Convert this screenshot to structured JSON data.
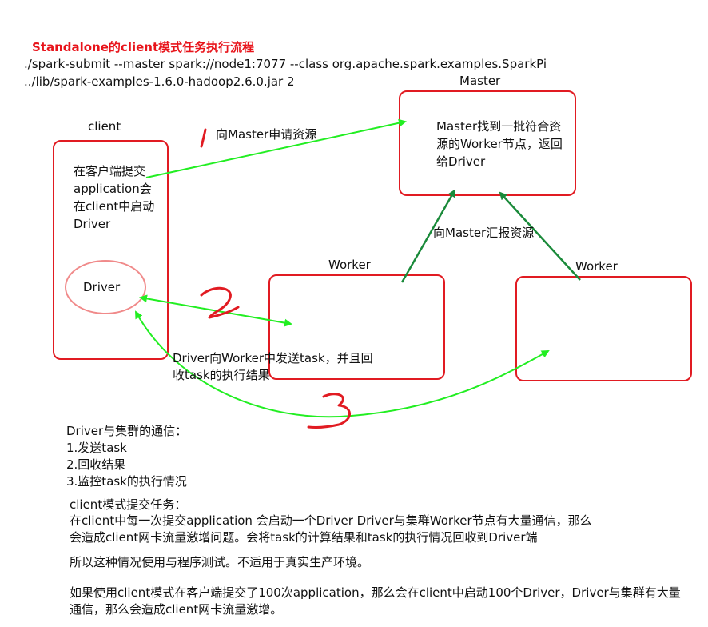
{
  "title": "Standalone的client模式任务执行流程",
  "command": {
    "line1": "./spark-submit --master spark://node1:7077 --class org.apache.spark.examples.SparkPi",
    "line2": "../lib/spark-examples-1.6.0-hadoop2.6.0.jar 2"
  },
  "nodes": {
    "client": {
      "label": "client",
      "text": "在客户端提交application会在client中启动Driver"
    },
    "driver": {
      "label": "Driver"
    },
    "master": {
      "label": "Master",
      "text": "Master找到一批符合资源的Worker节点，返回给Driver"
    },
    "worker1": {
      "label": "Worker"
    },
    "worker2": {
      "label": "Worker"
    }
  },
  "edges": {
    "request": {
      "label": "向Master申请资源",
      "step": "1"
    },
    "report": {
      "label": "向Master汇报资源"
    },
    "send_task": {
      "label_line1": "Driver向Worker中发送task，并且回",
      "label_line2": "收task的执行结果",
      "step": "2"
    },
    "step3": {
      "step": "3"
    }
  },
  "notes": {
    "comm_title": "Driver与集群的通信：",
    "comm_items": [
      "1.发送task",
      "2.回收结果",
      "3.监控task的执行情况"
    ],
    "submit_title": "client模式提交任务：",
    "submit_line1": "在client中每一次提交application 会启动一个Driver Driver与集群Worker节点有大量通信，那么",
    "submit_line2": "会造成client网卡流量激增问题。会将task的计算结果和task的执行情况回收到Driver端",
    "usage": "所以这种情况使用与程序测试。不适用于真实生产环境。",
    "example_line1": "如果使用client模式在客户端提交了100次application，那么会在client中启动100个Driver，Driver与集群有大量",
    "example_line2": "通信，那么会造成client网卡流量激增。"
  },
  "colors": {
    "box_border": "#e11b22",
    "title": "#e8141b",
    "arrow_bright": "#22ee22",
    "arrow_dark": "#1a8a3a",
    "step_number": "#e11b22",
    "driver_ellipse": "#f08a8a"
  }
}
